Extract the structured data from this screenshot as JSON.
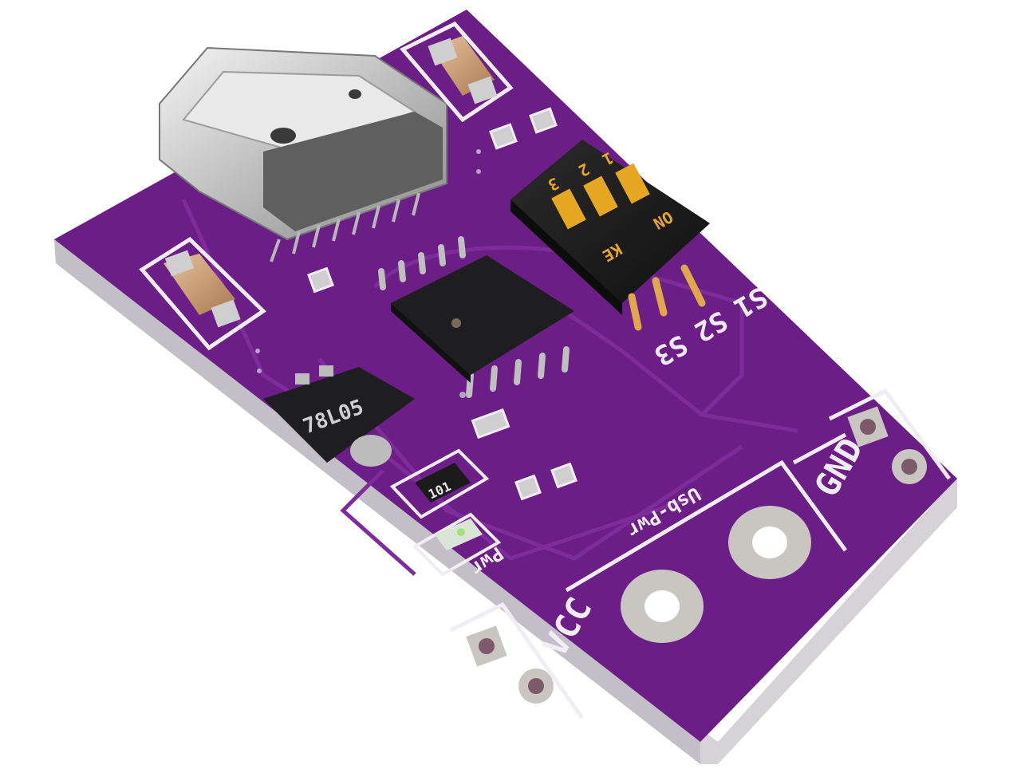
{
  "photo": {
    "board_color": "#6b1f86",
    "board_edge_color": "#d6d3d8",
    "silkscreen_color": "#f2ecf5",
    "solder_color": "#c9c6c2",
    "chip_color": "#1e1e20"
  },
  "silkscreen": {
    "regulator_marking": "78L05",
    "resistor_marking": "101",
    "switch_pins": [
      "S1",
      "S2",
      "S3"
    ],
    "switch_numbers": [
      "1",
      "2",
      "3"
    ],
    "switch_on": "ON",
    "switch_brand": "KE",
    "pwr_label": "Pwr",
    "usb_pwr_label": "Usb-Pwr",
    "vcc_label": "VCC",
    "gnd_label": "GND"
  }
}
